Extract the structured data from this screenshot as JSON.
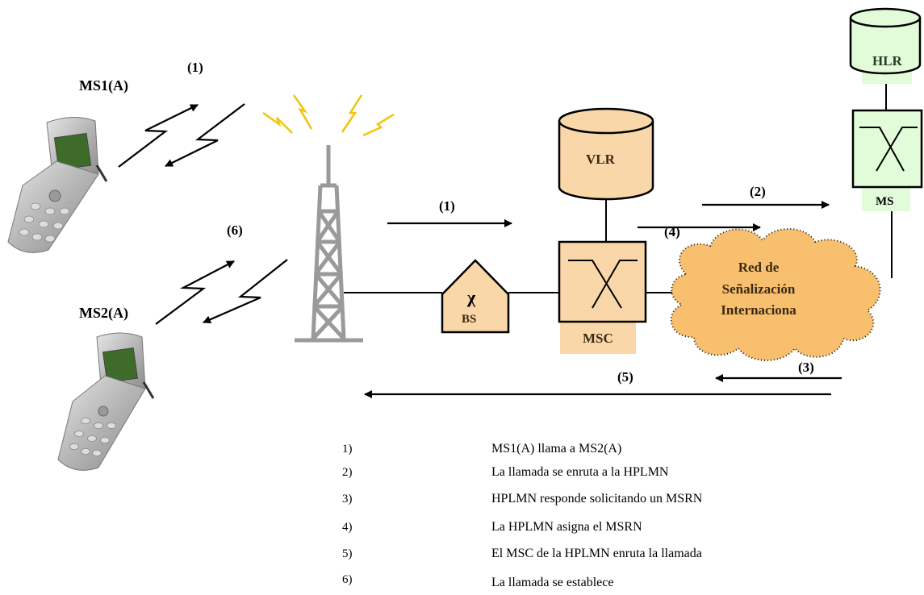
{
  "labels": {
    "ms1": "MS1(A)",
    "ms2": "MS2(A)",
    "step1_radio": "(1)",
    "step6_radio": "(6)",
    "step1_link": "(1)",
    "step2": "(2)",
    "step4": "(4)",
    "step3": "(3)",
    "step5": "(5)",
    "bs": "BS",
    "bs_symbol": "χ",
    "vlr": "VLR",
    "msc": "MSC",
    "hlr": "HLR",
    "ms_switch": "MS",
    "cloud_line1": "Red de",
    "cloud_line2": "Señalización",
    "cloud_line3": "Internaciona"
  },
  "legend": [
    {
      "num": "1)",
      "text": "MS1(A) llama a  MS2(A)"
    },
    {
      "num": "2)",
      "text": "La llamada se enruta a la HPLMN"
    },
    {
      "num": "3)",
      "text": "HPLMN responde solicitando un MSRN"
    },
    {
      "num": "4)",
      "text": "La HPLMN asigna el MSRN"
    },
    {
      "num": "5)",
      "text": "El MSC de la HPLMN enruta la llamada"
    },
    {
      "num": "6)",
      "text": "La llamada se establece"
    }
  ],
  "colors": {
    "tan": "#fad7a8",
    "green": "#e2fbd8",
    "cloud": "#f8bf6e",
    "lightning": "#f1c40f",
    "phone_body": "#b8b8b8",
    "screen": "#3f6b2a"
  }
}
